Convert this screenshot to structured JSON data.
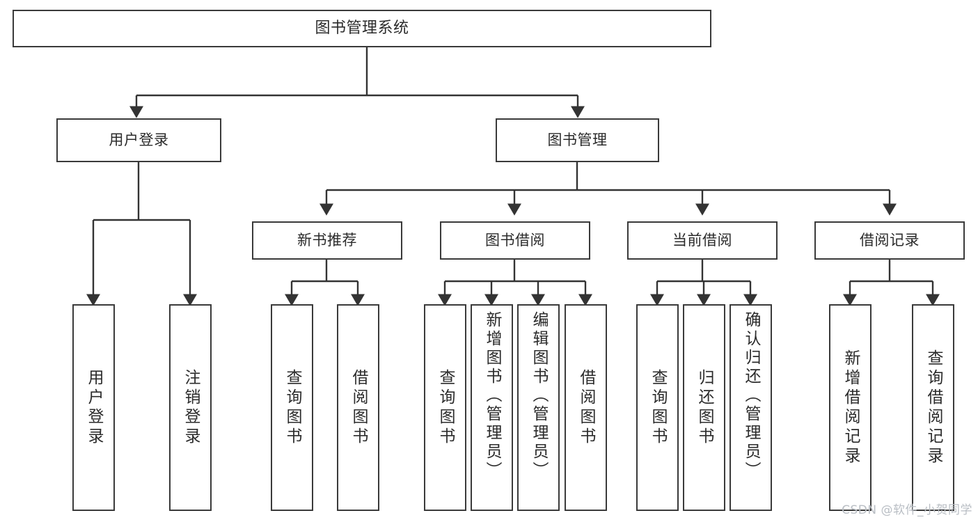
{
  "diagram": {
    "type": "tree",
    "title": "图书管理系统",
    "orientation": "top-down",
    "edge_style": "orthogonal-arrow",
    "colors": {
      "box_border": "#3a3a3a",
      "box_fill": "#ffffff",
      "edge": "#333333",
      "text": "#2b2b2b",
      "watermark": "#b9bec4",
      "background": "#ffffff"
    }
  },
  "nodes": {
    "root": {
      "label": "图书管理系统"
    },
    "level2": [
      {
        "id": "user-login",
        "label": "用户登录"
      },
      {
        "id": "book-manage",
        "label": "图书管理"
      }
    ],
    "level3": [
      {
        "id": "new-book-recommend",
        "label": "新书推荐"
      },
      {
        "id": "book-borrow",
        "label": "图书借阅"
      },
      {
        "id": "current-borrow",
        "label": "当前借阅"
      },
      {
        "id": "borrow-record",
        "label": "借阅记录"
      }
    ],
    "leaves": {
      "user_login": [
        {
          "id": "leaf-user-login",
          "label": "用户登录"
        },
        {
          "id": "leaf-logout-login",
          "label": "注销登录"
        }
      ],
      "new_book_recommend": [
        {
          "id": "leaf-query-book-1",
          "label": "查询图书"
        },
        {
          "id": "leaf-borrow-book-1",
          "label": "借阅图书"
        }
      ],
      "book_borrow": [
        {
          "id": "leaf-query-book-2",
          "label": "查询图书"
        },
        {
          "id": "leaf-add-book",
          "label": "新增图书（管理员）"
        },
        {
          "id": "leaf-edit-book",
          "label": "编辑图书（管理员）"
        },
        {
          "id": "leaf-borrow-book-2",
          "label": "借阅图书"
        }
      ],
      "current_borrow": [
        {
          "id": "leaf-query-book-3",
          "label": "查询图书"
        },
        {
          "id": "leaf-return-book",
          "label": "归还图书"
        },
        {
          "id": "leaf-confirm-return",
          "label": "确认归还（管理员）"
        }
      ],
      "borrow_record": [
        {
          "id": "leaf-add-record",
          "label": "新增借阅记录"
        },
        {
          "id": "leaf-query-record",
          "label": "查询借阅记录"
        }
      ]
    }
  },
  "watermark": {
    "text": "CSDN @软件_小贺同学"
  }
}
